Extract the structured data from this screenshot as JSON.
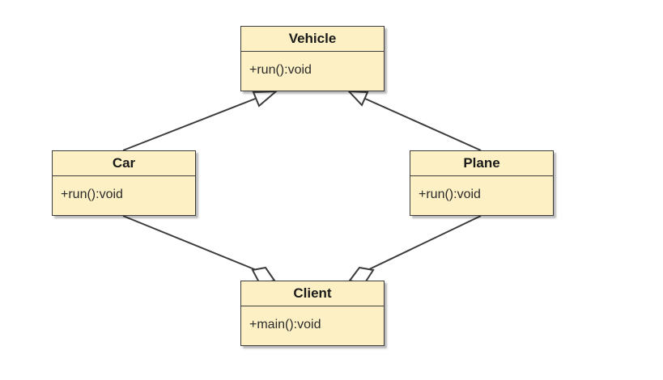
{
  "classes": {
    "vehicle": {
      "name": "Vehicle",
      "operation": "+run():void"
    },
    "car": {
      "name": "Car",
      "operation": "+run():void"
    },
    "plane": {
      "name": "Plane",
      "operation": "+run():void"
    },
    "client": {
      "name": "Client",
      "operation": "+main():void"
    }
  },
  "relationships": [
    {
      "from": "car",
      "to": "vehicle",
      "kind": "generalization"
    },
    {
      "from": "plane",
      "to": "vehicle",
      "kind": "generalization"
    },
    {
      "from": "client",
      "to": "car",
      "kind": "aggregation"
    },
    {
      "from": "client",
      "to": "plane",
      "kind": "aggregation"
    }
  ],
  "colors": {
    "class_fill": "#fdf0c4",
    "outline": "#3c3c3c",
    "background": "#ffffff"
  }
}
